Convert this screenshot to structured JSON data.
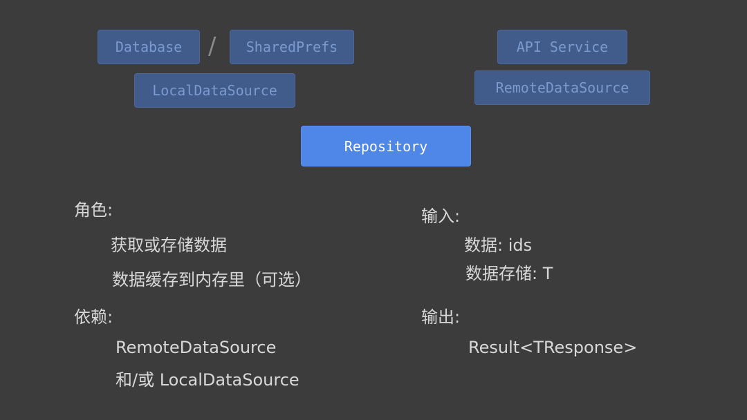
{
  "diagram": {
    "boxes": {
      "database": "Database",
      "separator": "/",
      "shared_prefs": "SharedPrefs",
      "local_data_source": "LocalDataSource",
      "api_service": "API Service",
      "remote_data_source": "RemoteDataSource",
      "repository": "Repository"
    },
    "colors": {
      "background": "#3c3c3c",
      "box_dim_fill": "#415c8a",
      "box_dim_text": "#7a9ad0",
      "box_active_fill": "#4f87e8",
      "box_active_text": "#ffffff",
      "body_text": "#d8d8d8"
    }
  },
  "role": {
    "heading": "角色:",
    "items": [
      "获取或存储数据",
      "数据缓存到内存里（可选）"
    ]
  },
  "dependencies": {
    "heading": "依赖:",
    "items": [
      "RemoteDataSource",
      "和/或 LocalDataSource"
    ]
  },
  "input": {
    "heading": "输入:",
    "items": [
      "数据: ids",
      "数据存储: T"
    ]
  },
  "output": {
    "heading": "输出:",
    "items": [
      "Result<TResponse>"
    ]
  }
}
